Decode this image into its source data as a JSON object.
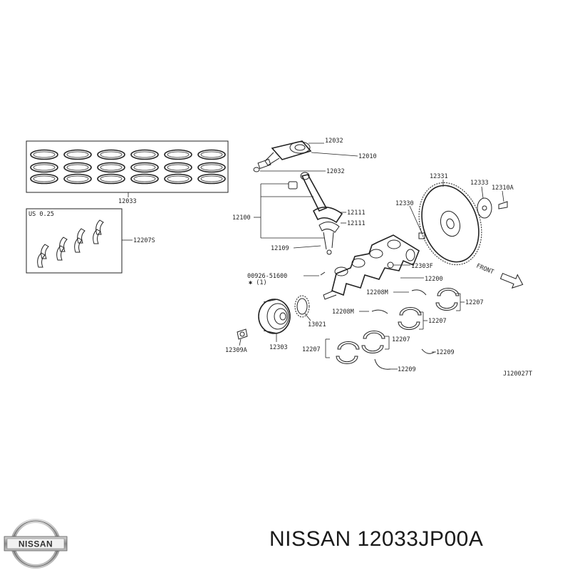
{
  "callouts": {
    "ring_set": "12033",
    "us_size": "US 0.25",
    "main_bearing_set": "12207S",
    "piston": "12010",
    "piston_pin": "12032",
    "piston_top": "12032",
    "conrod": "12100",
    "rod_bolt_upper": "12111",
    "rod_bolt_lower": "12111",
    "rod_bearing": "12109",
    "plug": "00926-51600",
    "plug_qty": "✱ (1)",
    "flywheel": "12331",
    "pilot_bush": "12330",
    "plate": "12333",
    "flywheel_bolt": "12310A",
    "crank_key": "12303F",
    "crankshaft": "12200",
    "thrust_upper": "12208M",
    "thrust_lower": "12208M",
    "bearing_a": "12207",
    "bearing_b": "12207",
    "bearing_c": "12207",
    "bearing_d": "12207",
    "sprocket": "13021",
    "pulley": "12303",
    "pulley_bolt": "12309A",
    "washer_a": "12209",
    "washer_b": "12209",
    "front": "FRONT",
    "diagram_code": "J120027T"
  },
  "caption": "NISSAN 12033JP00A",
  "logo_text": "NISSAN"
}
